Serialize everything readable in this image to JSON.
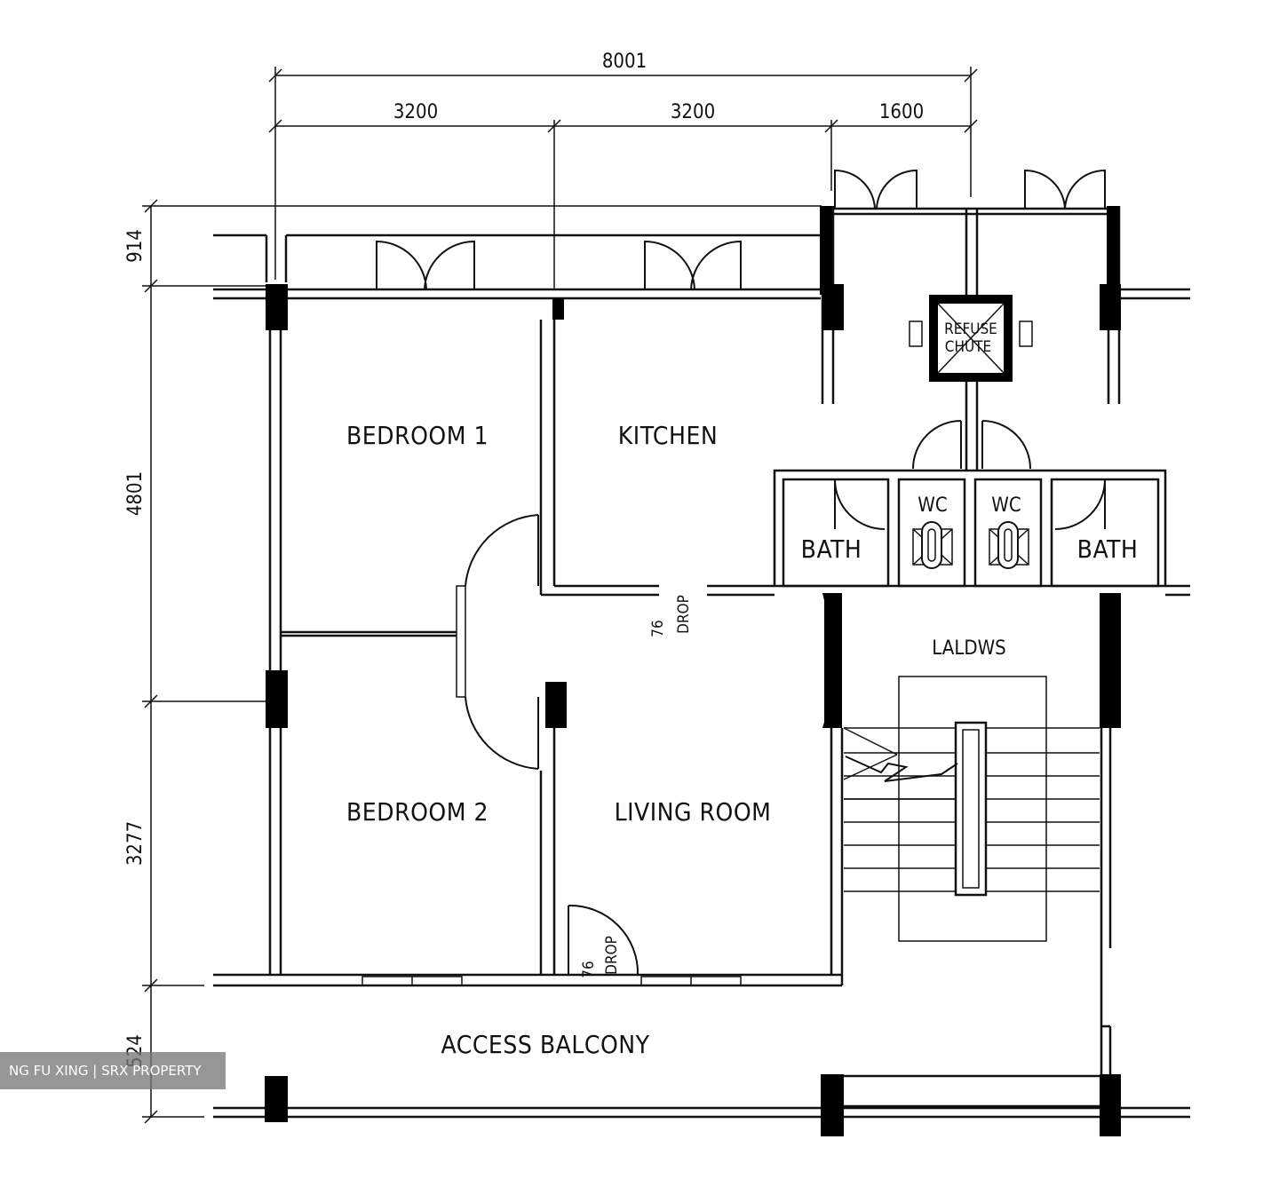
{
  "dimensions": {
    "overall_width": "8001",
    "segment_1": "3200",
    "segment_2": "3200",
    "segment_3": "1600",
    "height_1": "914",
    "height_2": "4801",
    "height_3": "3277",
    "height_4": "524"
  },
  "rooms": {
    "bedroom_1": "BEDROOM  1",
    "bedroom_2": "BEDROOM  2",
    "kitchen": "KITCHEN",
    "living_room": "LIVING  ROOM",
    "access_balcony": "ACCESS  BALCONY",
    "bath_left": "BATH",
    "bath_right": "BATH",
    "wc_left": "WC",
    "wc_right": "WC",
    "lobby": "LALDWS",
    "refuse_chute_line1": "REFUSE",
    "refuse_chute_line2": "CHUTE"
  },
  "drops": {
    "kitchen_drop_size": "76",
    "kitchen_drop_label": "DROP",
    "living_drop_size": "76",
    "living_drop_label": "DROP"
  },
  "watermark": "NG FU XING | SRX PROPERTY"
}
